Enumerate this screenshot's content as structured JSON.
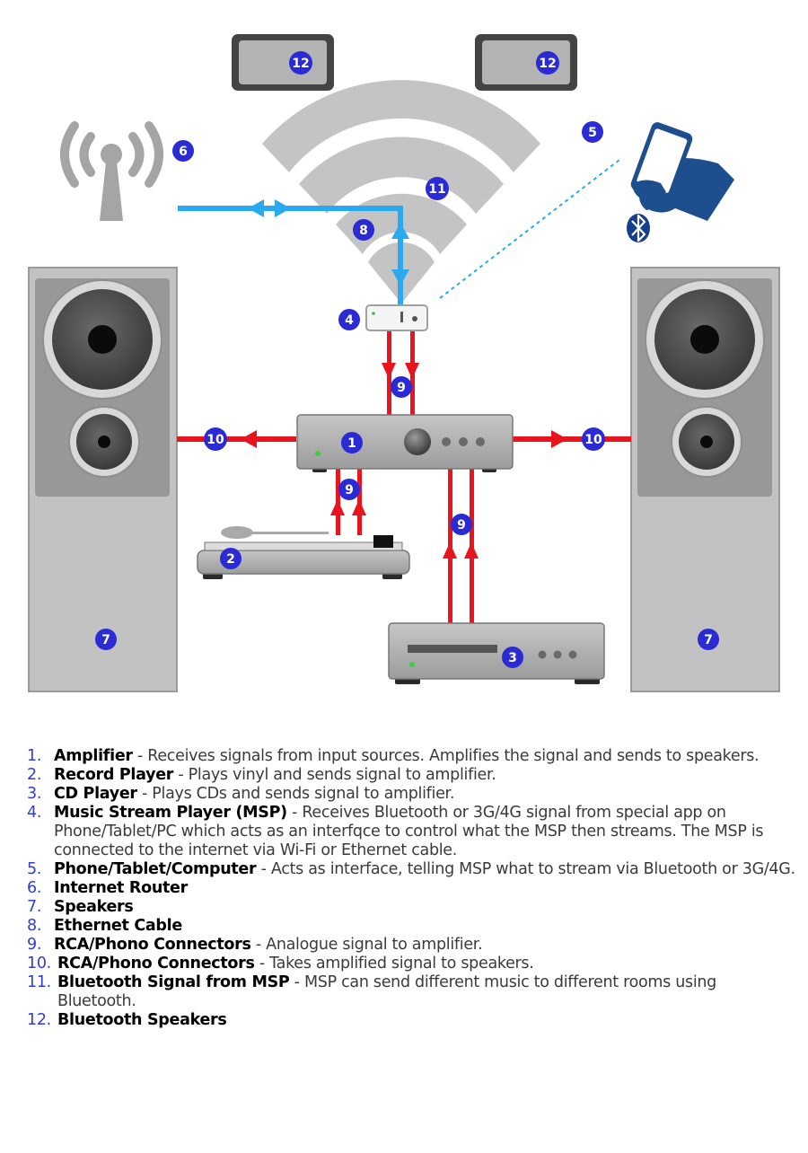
{
  "badges": {
    "amplifier": "1",
    "record_player": "2",
    "cd_player": "3",
    "msp": "4",
    "phone": "5",
    "router": "6",
    "speaker_left": "7",
    "speaker_right": "7",
    "ethernet": "8",
    "rca_msp": "9",
    "rca_record": "9",
    "rca_cd": "9",
    "rca_left": "10",
    "rca_right": "10",
    "bluetooth_signal": "11",
    "bt_speaker_left": "12",
    "bt_speaker_right": "12"
  },
  "colors": {
    "badge": "#2b2bd6",
    "signal_red": "#e8141e",
    "network_blue": "#28a9f0",
    "device_gray": "#a5a5a5",
    "bluetooth_blue": "#163f8c"
  },
  "legend": [
    {
      "num": "1.",
      "term": "Amplifier",
      "desc": " - Receives signals from input sources. Amplifies the signal and sends to speakers."
    },
    {
      "num": "2.",
      "term": "Record Player",
      "desc": " - Plays vinyl and sends signal to amplifier."
    },
    {
      "num": "3.",
      "term": "CD Player",
      "desc": " - Plays CDs and sends signal to amplifier."
    },
    {
      "num": "4.",
      "term": "Music Stream Player (MSP)",
      "desc": " - Receives Bluetooth or 3G/4G signal from special app on Phone/Tablet/PC which acts as an interfqce to control what the MSP then streams. The MSP is connected to the internet via Wi-Fi or Ethernet cable."
    },
    {
      "num": "5.",
      "term": "Phone/Tablet/Computer",
      "desc": " - Acts as interface, telling MSP what to stream via Bluetooth or 3G/4G."
    },
    {
      "num": "6.",
      "term": "Internet Router",
      "desc": ""
    },
    {
      "num": "7.",
      "term": "Speakers",
      "desc": ""
    },
    {
      "num": "8.",
      "term": "Ethernet Cable",
      "desc": ""
    },
    {
      "num": "9.",
      "term": "RCA/Phono Connectors",
      "desc": " - Analogue signal to amplifier."
    },
    {
      "num": "10.",
      "term": "RCA/Phono Connectors",
      "desc": " - Takes amplified signal to speakers."
    },
    {
      "num": "11.",
      "term": "Bluetooth Signal from MSP",
      "desc": " - MSP can send different music to different rooms using Bluetooth."
    },
    {
      "num": "12.",
      "term": "Bluetooth Speakers",
      "desc": ""
    }
  ]
}
